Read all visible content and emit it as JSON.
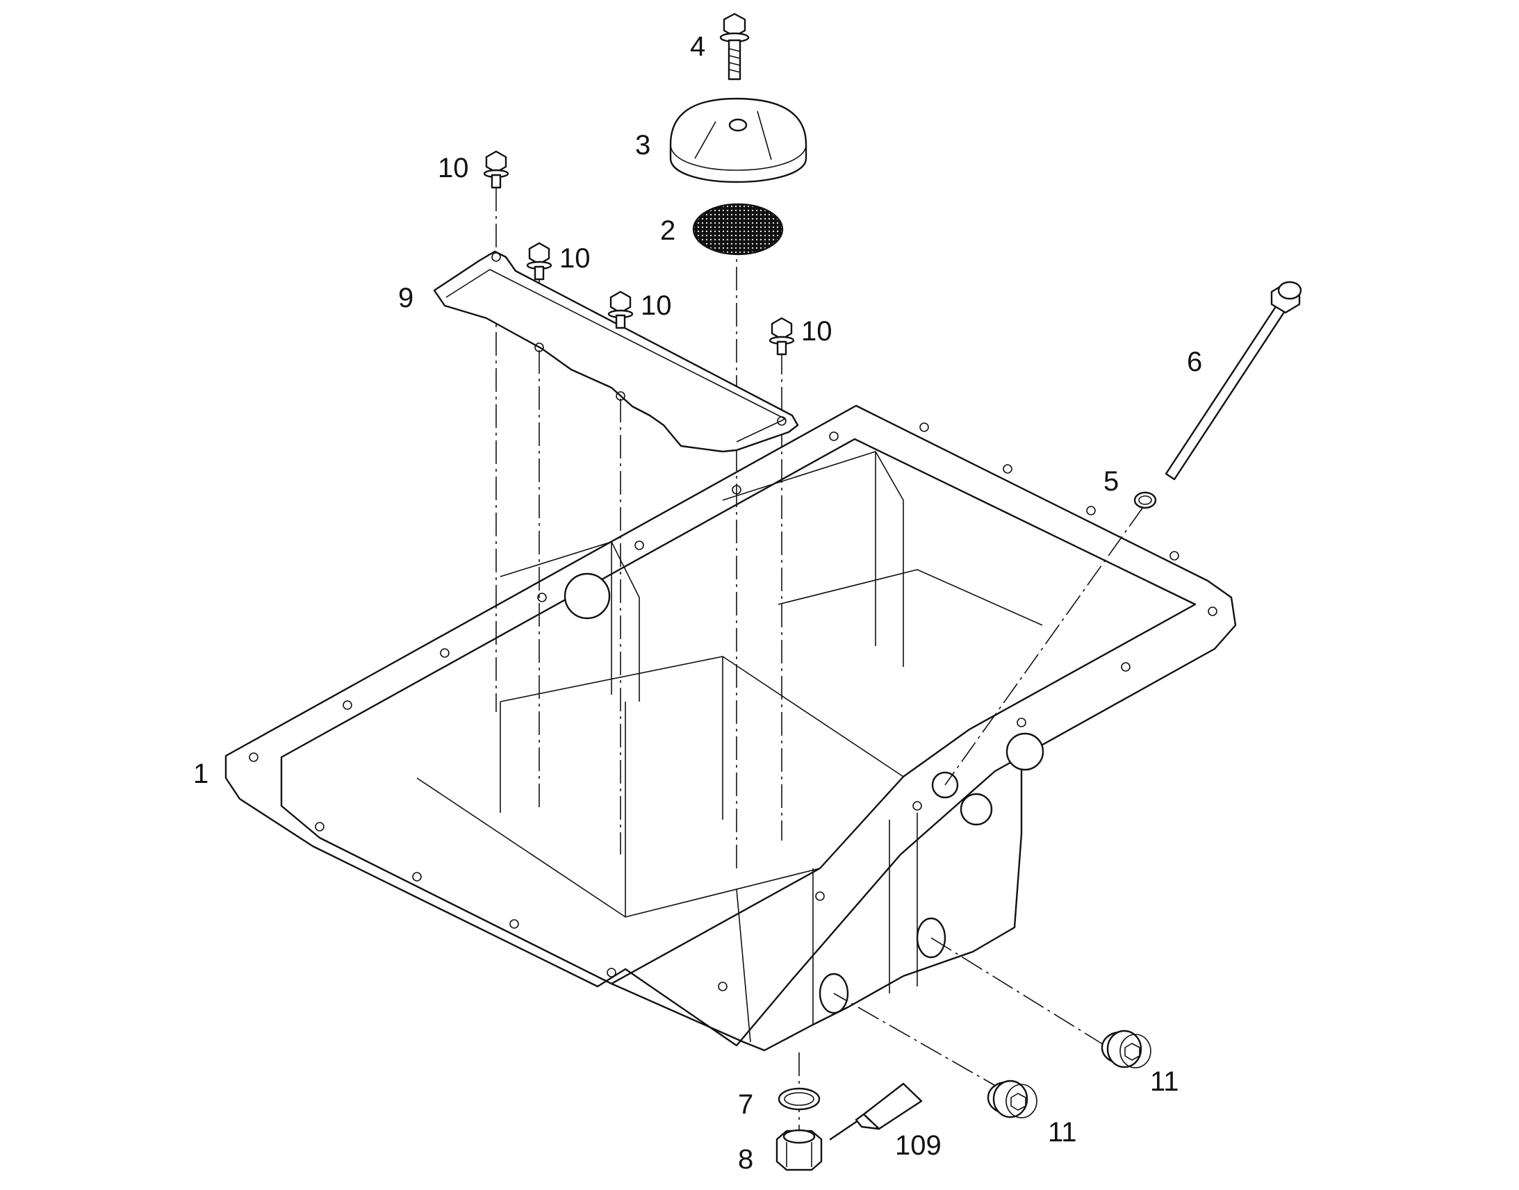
{
  "callouts": {
    "c1": "1",
    "c2": "2",
    "c3": "3",
    "c4": "4",
    "c5": "5",
    "c6": "6",
    "c7": "7",
    "c8": "8",
    "c9": "9",
    "c10a": "10",
    "c10b": "10",
    "c10c": "10",
    "c10d": "10",
    "c11a": "11",
    "c11b": "11",
    "c109": "109"
  },
  "parts": [
    {
      "id": "1",
      "name": "oil-pan"
    },
    {
      "id": "2",
      "name": "strainer-screen"
    },
    {
      "id": "3",
      "name": "baffle-dome"
    },
    {
      "id": "4",
      "name": "bolt"
    },
    {
      "id": "5",
      "name": "o-ring"
    },
    {
      "id": "6",
      "name": "dipstick-tube"
    },
    {
      "id": "7",
      "name": "sealing-ring"
    },
    {
      "id": "8",
      "name": "drain-plug"
    },
    {
      "id": "9",
      "name": "baffle-plate"
    },
    {
      "id": "10",
      "name": "bolt"
    },
    {
      "id": "11",
      "name": "plug"
    },
    {
      "id": "109",
      "name": "sealant-tube"
    }
  ]
}
